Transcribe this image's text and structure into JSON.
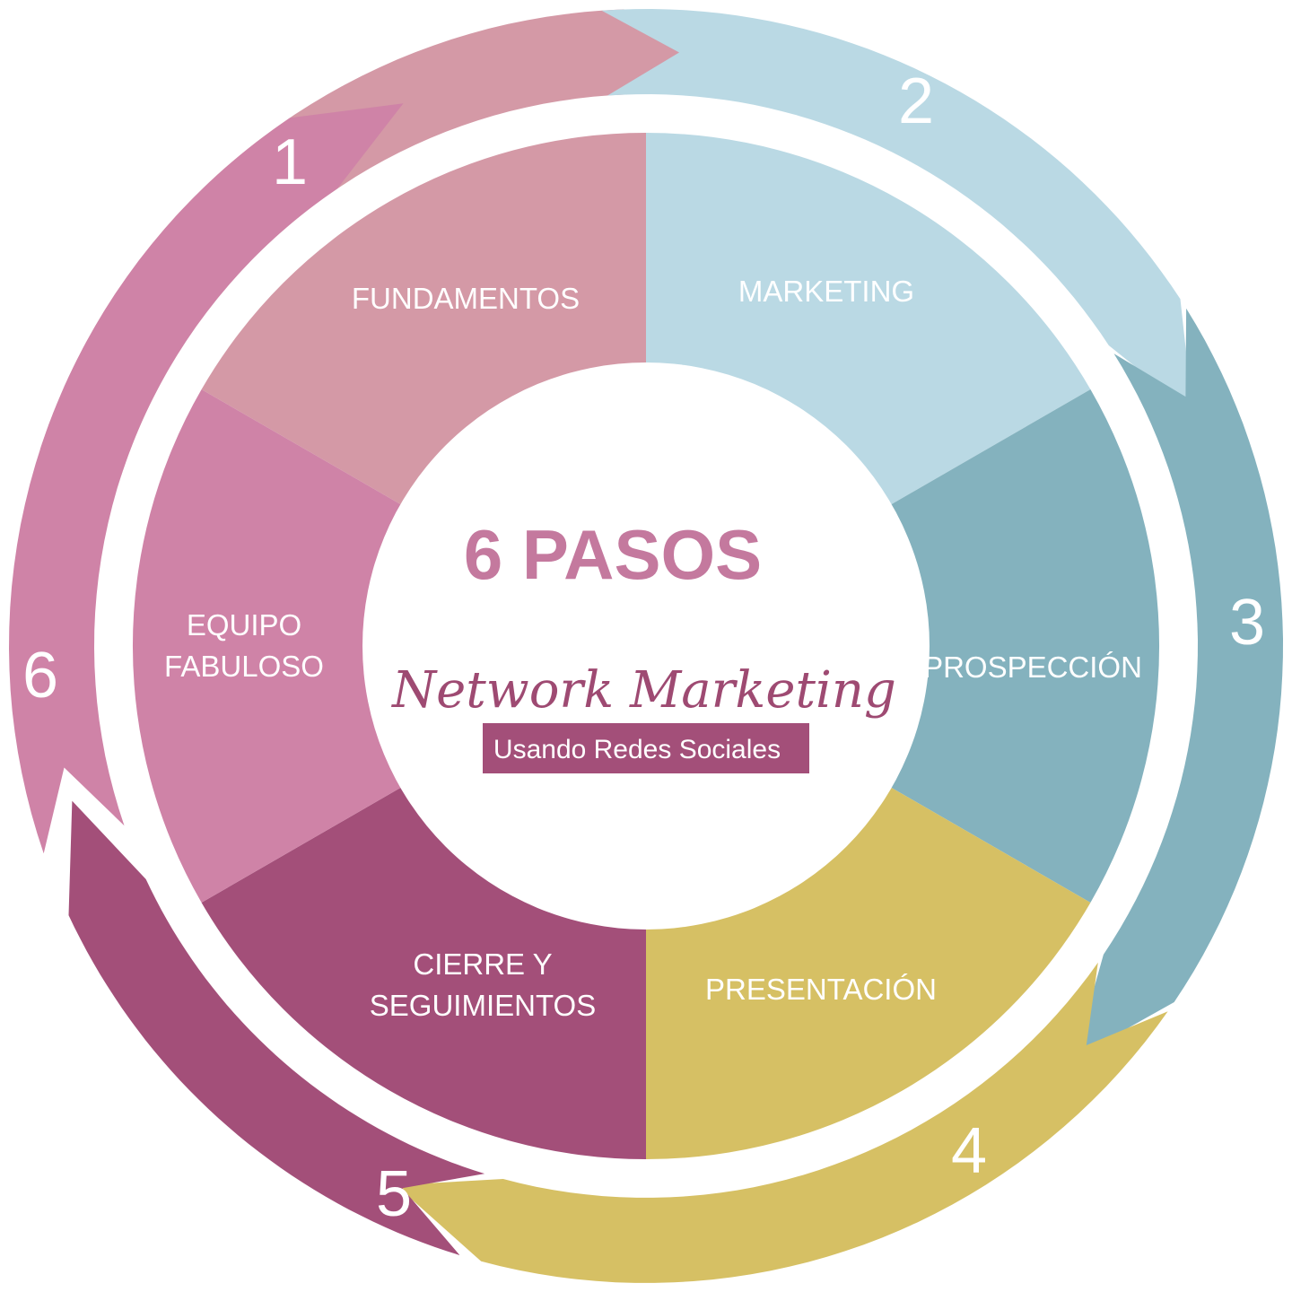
{
  "diagram": {
    "type": "cycle",
    "title": "6 PASOS",
    "script_title": "Network Marketing",
    "subtitle": "Usando Redes Sociales",
    "colors": {
      "title": "#c4799e",
      "script": "#9e4a72",
      "badge": "#a34f79",
      "background": "#ffffff"
    },
    "steps": [
      {
        "number": "1",
        "lines": [
          "FUNDAMENTOS"
        ],
        "color": "#d499a6"
      },
      {
        "number": "2",
        "lines": [
          "MARKETING"
        ],
        "color": "#bad9e4"
      },
      {
        "number": "3",
        "lines": [
          "PROSPECCIÓN"
        ],
        "color": "#84b2be"
      },
      {
        "number": "4",
        "lines": [
          "PRESENTACIÓN"
        ],
        "color": "#d6c064"
      },
      {
        "number": "5",
        "lines": [
          "CIERRE Y",
          "SEGUIMIENTOS"
        ],
        "color": "#a34f79"
      },
      {
        "number": "6",
        "lines": [
          "EQUIPO",
          "FABULOSO"
        ],
        "color": "#cf83a7"
      }
    ]
  }
}
